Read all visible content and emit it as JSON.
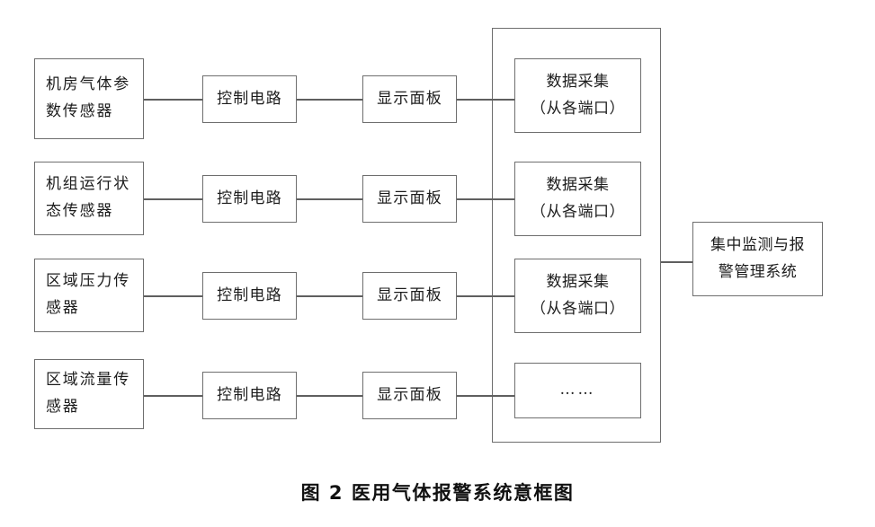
{
  "figure": {
    "caption": "图 2  医用气体报警系统意框图"
  },
  "rows": [
    {
      "sensor": {
        "line1": "机房气体参",
        "line2": "数传感器"
      },
      "control": {
        "label": "控制电路"
      },
      "display": {
        "label": "显示面板"
      },
      "acquire": {
        "line1": "数据采集",
        "line2": "（从各端口）"
      }
    },
    {
      "sensor": {
        "line1": "机组运行状",
        "line2": "态传感器"
      },
      "control": {
        "label": "控制电路"
      },
      "display": {
        "label": "显示面板"
      },
      "acquire": {
        "line1": "数据采集",
        "line2": "（从各端口）"
      }
    },
    {
      "sensor": {
        "line1": "区域压力传",
        "line2": "感器"
      },
      "control": {
        "label": "控制电路"
      },
      "display": {
        "label": "显示面板"
      },
      "acquire": {
        "line1": "数据采集",
        "line2": "（从各端口）"
      }
    },
    {
      "sensor": {
        "line1": "区域流量传",
        "line2": "感器"
      },
      "control": {
        "label": "控制电路"
      },
      "display": {
        "label": "显示面板"
      },
      "acquire": {
        "line1": "……",
        "line2": ""
      }
    }
  ],
  "system": {
    "line1": "集中监测与报",
    "line2": "警管理系统"
  },
  "colors": {
    "stroke": "#6e6e6e",
    "wire": "#5f5f5f",
    "text": "#1c1c1c",
    "background": "#ffffff"
  }
}
